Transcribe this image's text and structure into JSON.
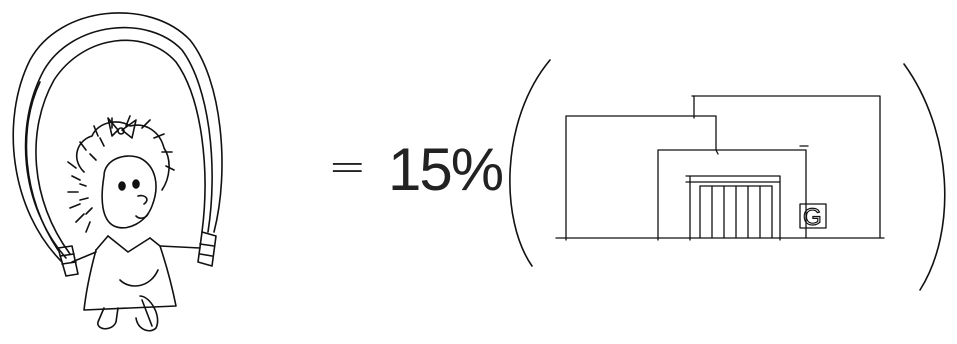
{
  "equation": {
    "operator": "=",
    "percent": "15%",
    "logo_letter": "G"
  },
  "colors": {
    "ink": "#111111",
    "paper": "#ffffff"
  },
  "icons": {
    "figure": "girl-jumping-rope-sketch",
    "building": "building-sketch-with-g-sign"
  }
}
